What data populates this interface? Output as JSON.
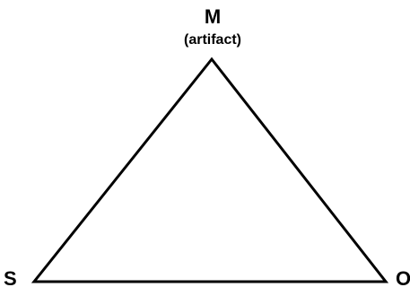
{
  "vertices": {
    "top": {
      "label": "M",
      "sublabel": "(artifact)"
    },
    "left": {
      "label": "S"
    },
    "right": {
      "label": "O"
    }
  },
  "colors": {
    "stroke": "#000000",
    "text": "#000000",
    "background": "#ffffff"
  }
}
